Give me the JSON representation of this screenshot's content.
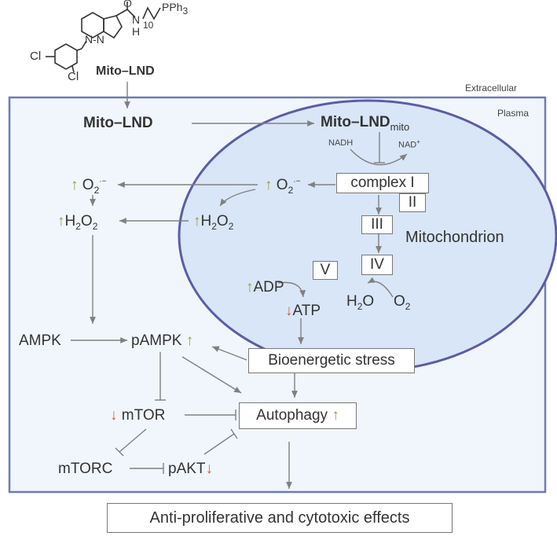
{
  "compartments": {
    "extracellular": "Extracellular",
    "plasma": "Plasma",
    "mitochondrion": "Mitochondrion"
  },
  "molecule": {
    "chain_sub": "10",
    "pph3": "PPh",
    "pph3_sub": "3",
    "carbonyl": "O",
    "amide_h": "H",
    "amide_n": "N",
    "ring_n": "N",
    "ring_n2": "N",
    "cl_top": "Cl",
    "cl_bottom": "Cl",
    "name": "Mito–LND"
  },
  "nodes": {
    "mito_lnd_cytosol": "Mito–LND",
    "mito_lnd_mito": "Mito–LND",
    "mito_sub": "mito",
    "nadh": "NADH",
    "nad": "NAD",
    "nad_sup": "+",
    "complex1": "complex I",
    "complex2": "II",
    "complex3": "III",
    "complex4": "IV",
    "complex5": "V",
    "o2_mito": "O",
    "o2_cyto": "O",
    "o2_sub": "2",
    "o2_sup": "·−",
    "h2o2_mito": "H",
    "h2o2_cyto": "H",
    "h2o2_mid": "O",
    "h_sub": "2",
    "o_sub": "2",
    "adp": "ADP",
    "atp": "ATP",
    "h2o_h": "H",
    "h2o_sub": "2",
    "h2o_o": "O",
    "o2_water": "O",
    "o2_water_sub": "2",
    "ampk": "AMPK",
    "pampk": "pAMPK",
    "stress": "Bioenergetic stress",
    "mtor": "mTOR",
    "autophagy": "Autophagy",
    "mtorc": "mTORC",
    "pakt": "pAKT",
    "effects": "Anti-proliferative and cytotoxic effects"
  },
  "arrows": {
    "up": "↑",
    "down": "↓"
  },
  "colors": {
    "plasma_fill": "#f1f6fc",
    "plasma_border": "#6f7ab8",
    "mito_fill": "#d9e6f7",
    "mito_border": "#5c5ca6",
    "up_arrow": "#9a9a3a",
    "down_arrow": "#e05a3a",
    "line": "#808080"
  }
}
